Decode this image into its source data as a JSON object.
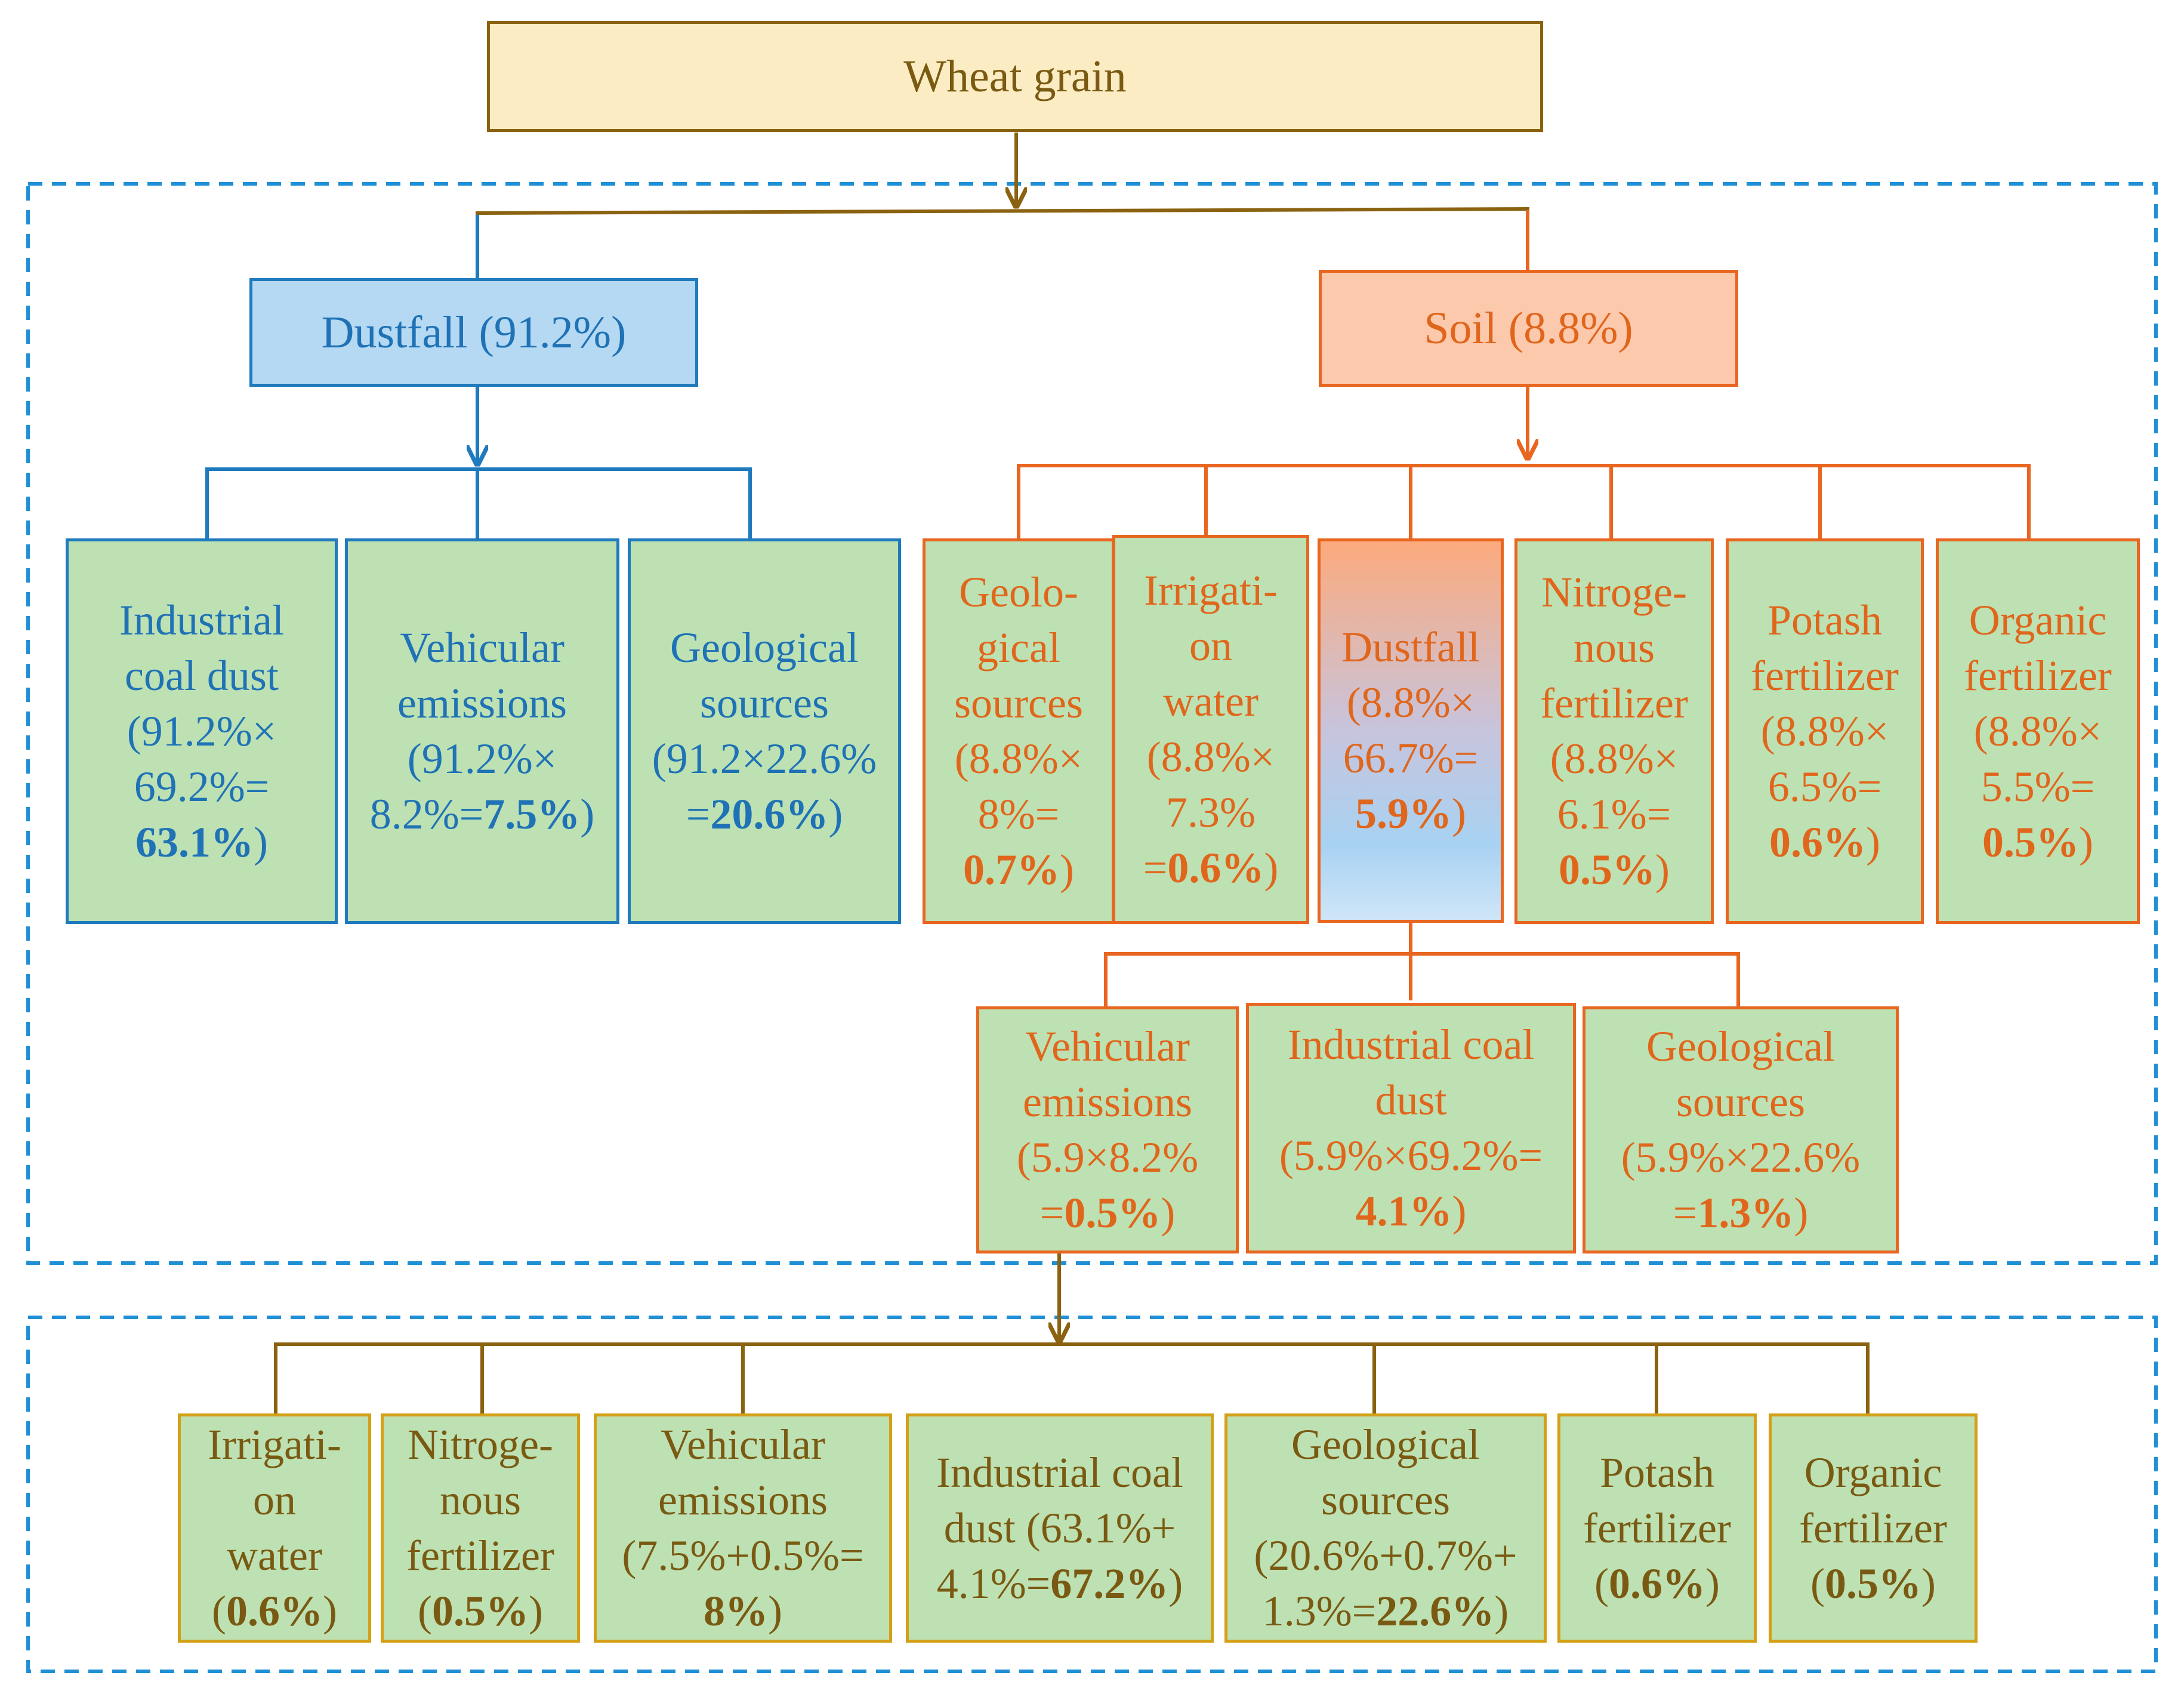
{
  "colors": {
    "top_fill": "#fbecc3",
    "top_border": "#8a6210",
    "brown_line": "#8a6210",
    "brown_text": "#7a5a12",
    "blue": "#1f7bbd",
    "blue_fill": "#b5d9f2",
    "orange": "#e8661f",
    "orange_fill": "#fdc9ad",
    "green_fill": "#bde1b3",
    "gold_border": "#d4a017"
  },
  "root": {
    "label": "Wheat grain"
  },
  "dustfall": {
    "label": "Dustfall (91.2%)"
  },
  "soil": {
    "label": "Soil (8.8%)"
  },
  "dustfall_sources": [
    {
      "lines": [
        "Industrial",
        "coal dust",
        "(91.2%×",
        "69.2%="
      ],
      "bold": "63.1%",
      "tail": ")"
    },
    {
      "lines": [
        "Vehicular",
        "emissions",
        "(91.2%×"
      ],
      "last_pre": "8.2%=",
      "bold": "7.5%",
      "tail": ")"
    },
    {
      "lines": [
        "Geological",
        "sources",
        "(91.2×22.6%"
      ],
      "last_pre": "=",
      "bold": "20.6%",
      "tail": ")"
    }
  ],
  "soil_sources": [
    {
      "lines": [
        "Geolo-",
        "gical",
        "sources",
        "(8.8%×",
        "8%="
      ],
      "bold": "0.7%",
      "tail": ")"
    },
    {
      "lines": [
        "Irrigati-",
        "on",
        "water",
        "(8.8%×",
        "7.3%"
      ],
      "last_pre": "=",
      "bold": "0.6%",
      "tail": ")"
    },
    {
      "lines": [
        "Dustfall",
        "(8.8%×",
        "66.7%="
      ],
      "bold": "5.9%",
      "tail": ")"
    },
    {
      "lines": [
        "Nitroge-",
        "nous",
        "fertilizer",
        "(8.8%×",
        "6.1%="
      ],
      "bold": "0.5%",
      "tail": ")"
    },
    {
      "lines": [
        "Potash",
        "fertilizer",
        "(8.8%×",
        "6.5%="
      ],
      "bold": "0.6%",
      "tail": ")"
    },
    {
      "lines": [
        "Organic",
        "fertilizer",
        "(8.8%×",
        "5.5%="
      ],
      "bold": "0.5%",
      "tail": ")"
    }
  ],
  "soil_dustfall_sources": [
    {
      "lines": [
        "Vehicular",
        "emissions",
        "(5.9×8.2%"
      ],
      "last_pre": "=",
      "bold": "0.5%",
      "tail": ")"
    },
    {
      "lines": [
        "Industrial coal",
        "dust",
        "(5.9%×69.2%="
      ],
      "bold": "4.1%",
      "tail": ")"
    },
    {
      "lines": [
        "Geological",
        "sources",
        "(5.9%×22.6%"
      ],
      "last_pre": "=",
      "bold": "1.3%",
      "tail": ")"
    }
  ],
  "totals": [
    {
      "lines": [
        "Irrigati-",
        "on",
        "water"
      ],
      "last_pre": "(",
      "bold": "0.6%",
      "tail": ")"
    },
    {
      "lines": [
        "Nitroge-",
        "nous",
        "fertilizer"
      ],
      "last_pre": "(",
      "bold": "0.5%",
      "tail": ")"
    },
    {
      "lines": [
        "Vehicular",
        "emissions",
        "(7.5%+0.5%="
      ],
      "bold": "8%",
      "tail": ")"
    },
    {
      "lines": [
        "Industrial coal",
        "dust (63.1%+"
      ],
      "last_pre": "4.1%=",
      "bold": "67.2%",
      "tail": ")"
    },
    {
      "lines": [
        "Geological",
        "sources",
        "(20.6%+0.7%+"
      ],
      "last_pre": "1.3%=",
      "bold": "22.6%",
      "tail": ")"
    },
    {
      "lines": [
        "Potash",
        "fertilizer"
      ],
      "last_pre": "(",
      "bold": "0.6%",
      "tail": ")"
    },
    {
      "lines": [
        "Organic",
        "fertilizer"
      ],
      "last_pre": "(",
      "bold": "0.5%",
      "tail": ")"
    }
  ]
}
